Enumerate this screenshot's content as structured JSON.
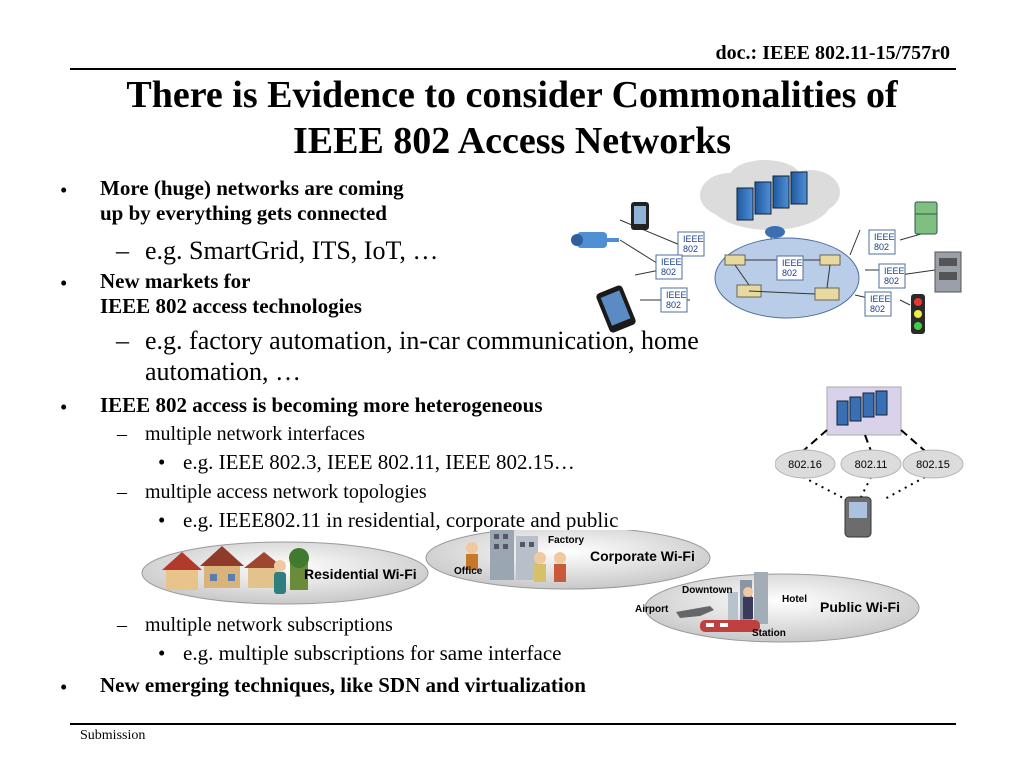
{
  "header": {
    "doc_id": "doc.: IEEE 802.11-15/757r0"
  },
  "title": {
    "line1": "There is Evidence to consider Commonalities of",
    "line2": "IEEE 802 Access Networks"
  },
  "bullets": {
    "b1": {
      "line1": "More (huge) networks are coming",
      "line2": "up by everything gets connected"
    },
    "b1_sub": "e.g. SmartGrid, ITS, IoT, …",
    "b2": {
      "line1": "New markets for",
      "line2": "IEEE 802 access technologies"
    },
    "b2_sub": {
      "line1": "e.g. factory automation, in-car communication, home",
      "line2": "automation, …"
    },
    "b3": "IEEE 802 access is becoming more heterogeneous",
    "b3_sub1": "multiple network interfaces",
    "b3_sub1_item": "e.g. IEEE 802.3, IEEE 802.11, IEEE 802.15…",
    "b3_sub2": "multiple access network topologies",
    "b3_sub2_item": "e.g. IEEE802.11 in residential, corporate and public",
    "b3_sub3": "multiple network subscriptions",
    "b3_sub3_item": "e.g. multiple subscriptions for same interface",
    "b4": "New emerging techniques, like SDN and virtualization"
  },
  "diagram_network": {
    "ieee_label_a": "IEEE",
    "ieee_label_b": "802"
  },
  "diagram_het": {
    "cloud1": "802.16",
    "cloud2": "802.11",
    "cloud3": "802.15"
  },
  "wifi": {
    "residential": "Residential Wi-Fi",
    "corporate": "Corporate Wi-Fi",
    "factory": "Factory",
    "office": "Office",
    "public": "Public Wi-Fi",
    "downtown": "Downtown",
    "hotel": "Hotel",
    "airport": "Airport",
    "station": "Station"
  },
  "footer": {
    "text": "Submission"
  },
  "colors": {
    "cloud_gray": "#dcdcdc",
    "ellipse_blue": "#b9cde8",
    "server_blue": "#2f6fb5",
    "ieee_box": "#ffffff"
  }
}
